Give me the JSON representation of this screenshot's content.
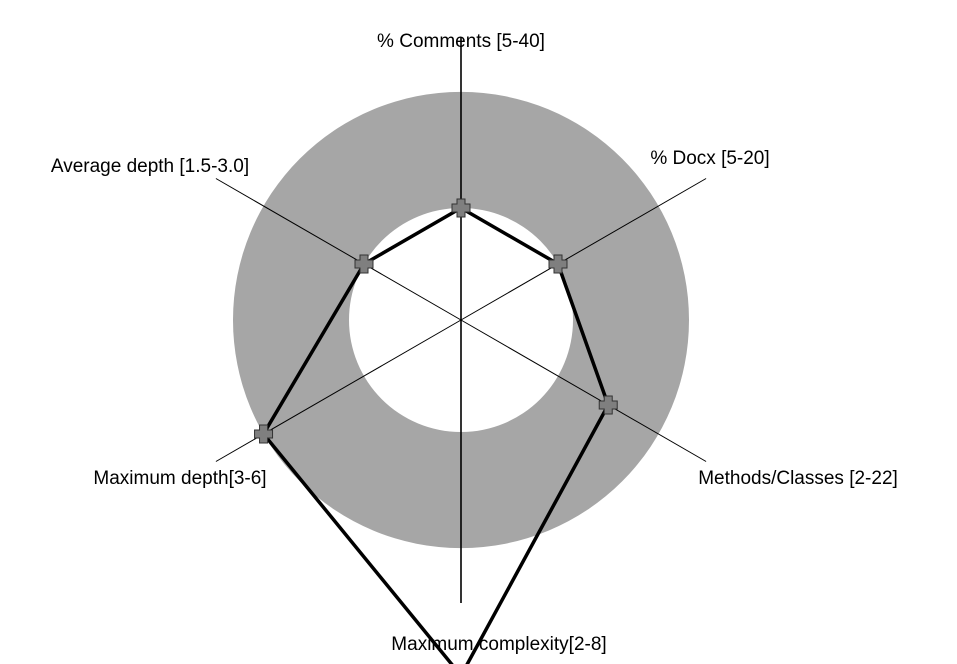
{
  "chart_data": {
    "type": "radar",
    "axes": [
      {
        "label": "% Comments [5-40]",
        "min": 5,
        "max": 40,
        "value": 5
      },
      {
        "label": "% Docx [5-20]",
        "min": 5,
        "max": 20,
        "value": 5
      },
      {
        "label": "Methods/Classes [2-22]",
        "min": 2,
        "max": 22,
        "value": 12
      },
      {
        "label": "Maximum complexity[2-8]",
        "min": 2,
        "max": 8,
        "value": 14.6
      },
      {
        "label": "Maximum depth[3-6]",
        "min": 3,
        "max": 6,
        "value": 6
      },
      {
        "label": "Average depth [1.5-3.0]",
        "min": 1.5,
        "max": 3.0,
        "value": 1.5
      }
    ],
    "colors": {
      "band": "#a6a6a6",
      "line": "#000000",
      "marker": "#7f7f7f"
    }
  }
}
